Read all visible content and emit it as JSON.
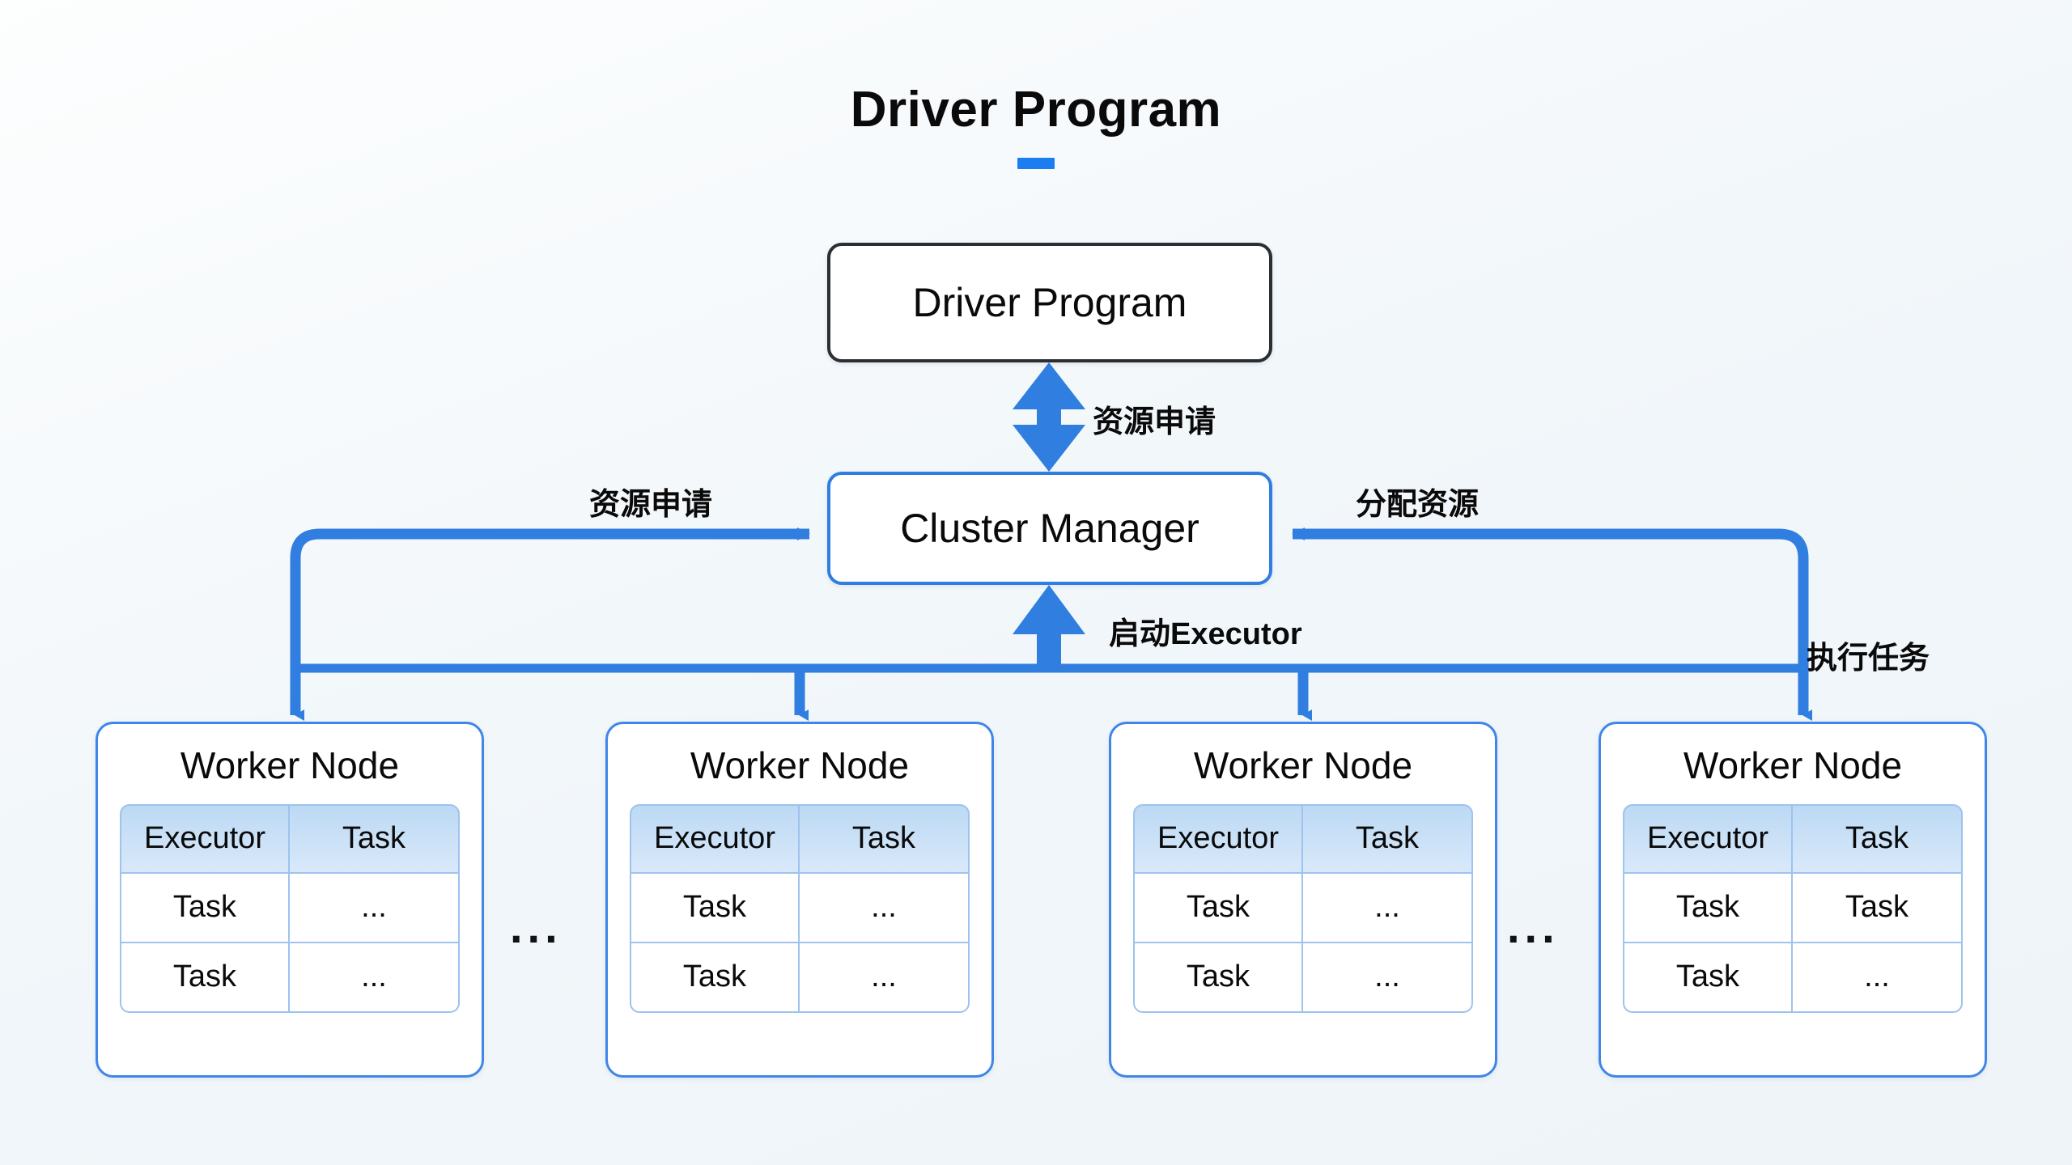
{
  "page": {
    "title": "Driver Program",
    "accent_color": "#1a7ef0",
    "arrow_color": "#2f7ee0",
    "background": "#f2f7fa"
  },
  "nodes": {
    "driver": {
      "label": "Driver Program",
      "border_color": "#2b2f33"
    },
    "cluster": {
      "label": "Cluster Manager",
      "border_color": "#2f7ee0"
    }
  },
  "edges": {
    "driver_cluster": "资源申请",
    "left_request": "资源申请",
    "right_allocate": "分配资源",
    "start_executor": "启动Executor",
    "execute_task": "执行任务"
  },
  "workers": {
    "columns": [
      "Executor",
      "Task"
    ],
    "items": [
      {
        "title": "Worker Node",
        "rows": [
          [
            "Task",
            "..."
          ],
          [
            "Task",
            "..."
          ]
        ]
      },
      {
        "title": "Worker Node",
        "rows": [
          [
            "Task",
            "..."
          ],
          [
            "Task",
            "..."
          ]
        ]
      },
      {
        "title": "Worker Node",
        "rows": [
          [
            "Task",
            "..."
          ],
          [
            "Task",
            "..."
          ]
        ]
      },
      {
        "title": "Worker Node",
        "rows": [
          [
            "Task",
            "Task"
          ],
          [
            "Task",
            "..."
          ]
        ]
      }
    ]
  },
  "separators": [
    "...",
    "..."
  ]
}
